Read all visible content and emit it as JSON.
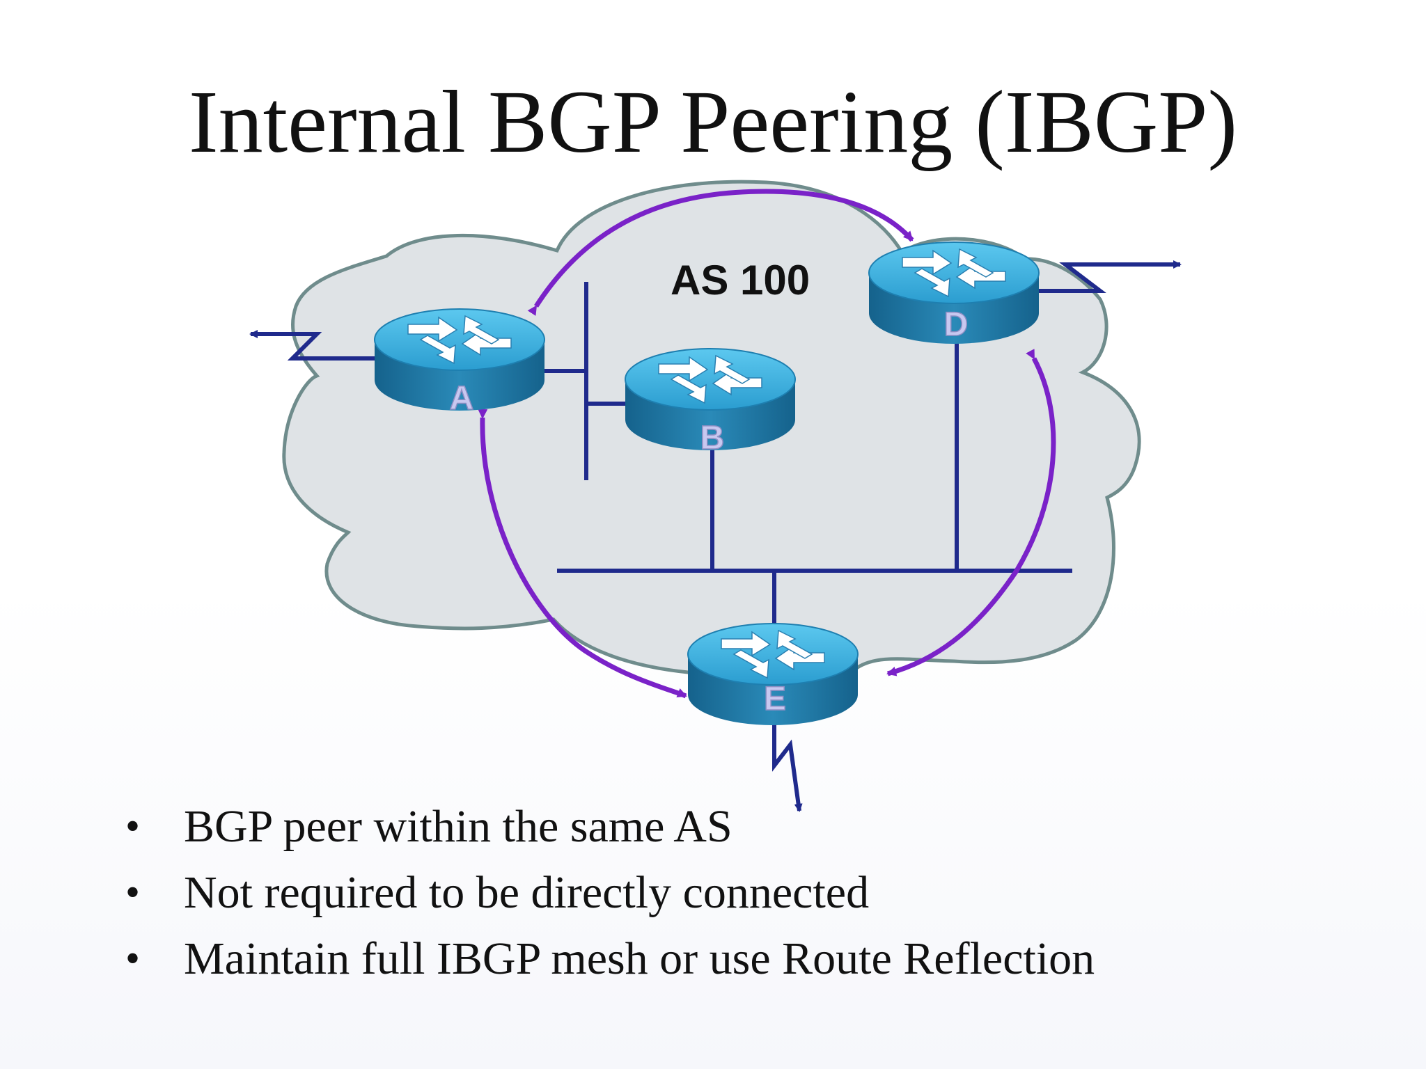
{
  "slide": {
    "title": "Internal BGP Peering (IBGP)"
  },
  "diagram": {
    "as_label": "AS 100",
    "routers": [
      {
        "id": "A",
        "label": "A"
      },
      {
        "id": "B",
        "label": "B"
      },
      {
        "id": "D",
        "label": "D"
      },
      {
        "id": "E",
        "label": "E"
      }
    ],
    "colors": {
      "cloud_fill": "#dfe3e6",
      "cloud_stroke": "#6f8c8c",
      "link": "#1f2a8c",
      "peering_arrow": "#8a1fd6",
      "router_top": "#3fb0e0",
      "router_side": "#1a6f9c"
    },
    "icons": [
      "router-icon",
      "cloud-shape",
      "serial-link",
      "ibgp-peering-arrow"
    ]
  },
  "bullets": [
    {
      "marker": "•",
      "text": "BGP peer within the same AS"
    },
    {
      "marker": "•",
      "text": "Not required to be directly connected"
    },
    {
      "marker": "•",
      "text": "Maintain full IBGP mesh or use Route Reflection"
    }
  ]
}
